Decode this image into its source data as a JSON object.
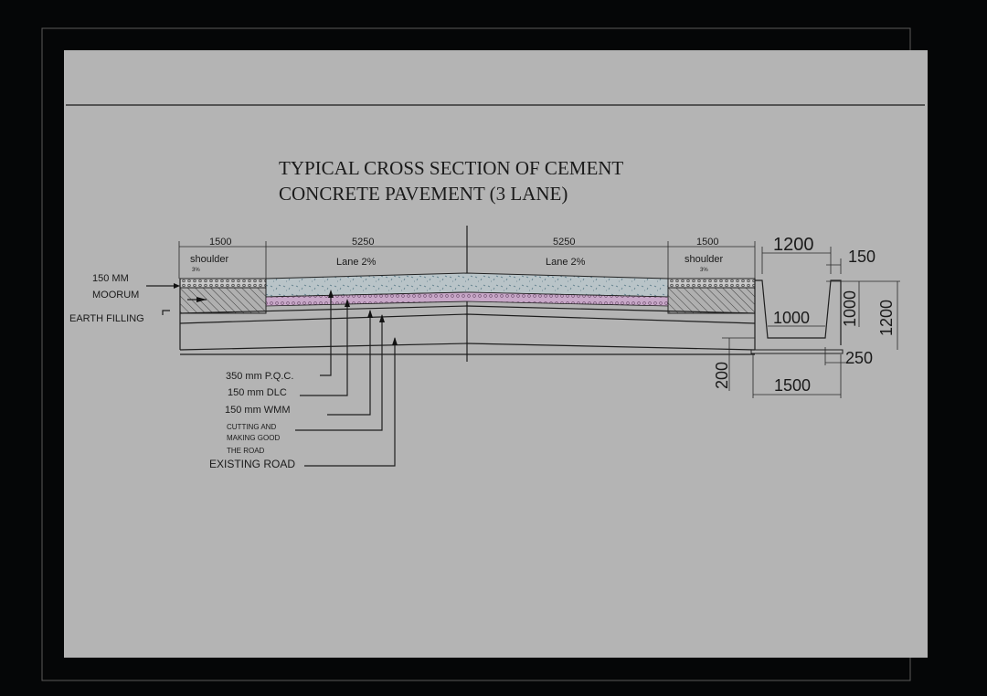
{
  "title": {
    "line1": "TYPICAL CROSS SECTION OF CEMENT",
    "line2": "CONCRETE  PAVEMENT (3 LANE)"
  },
  "dimensions": {
    "left_shoulder_width": "1500",
    "left_shoulder_label": "shoulder",
    "left_shoulder_slope": "3%",
    "left_lane_width": "5250",
    "left_lane_label": "Lane 2%",
    "right_lane_width": "5250",
    "right_lane_label": "Lane 2%",
    "right_shoulder_width": "1500",
    "right_shoulder_label": "shoulder",
    "right_shoulder_slope": "3%"
  },
  "drain": {
    "top_width": "1200",
    "wall": "150",
    "bottom_inner": "1000",
    "inner_depth": "1000",
    "total_depth": "1200",
    "base": "250",
    "offset": "200",
    "base_width": "1500"
  },
  "side_labels": {
    "moorum_1": "150 MM",
    "moorum_2": "MOORUM",
    "earth": "EARTH FILLING"
  },
  "layers": {
    "pqc": "350 mm P.Q.C.",
    "dlc": "150 mm DLC",
    "wmm": "150 mm WMM",
    "cut1": "CUTTING AND",
    "cut2": "MAKING GOOD",
    "cut3": "THE ROAD",
    "existing": "EXISTING ROAD"
  },
  "colors": {
    "sheet": "#b4b4b4",
    "pqc": "#b9c4c8",
    "dlc": "#c4a8c4",
    "background": "#050607"
  }
}
